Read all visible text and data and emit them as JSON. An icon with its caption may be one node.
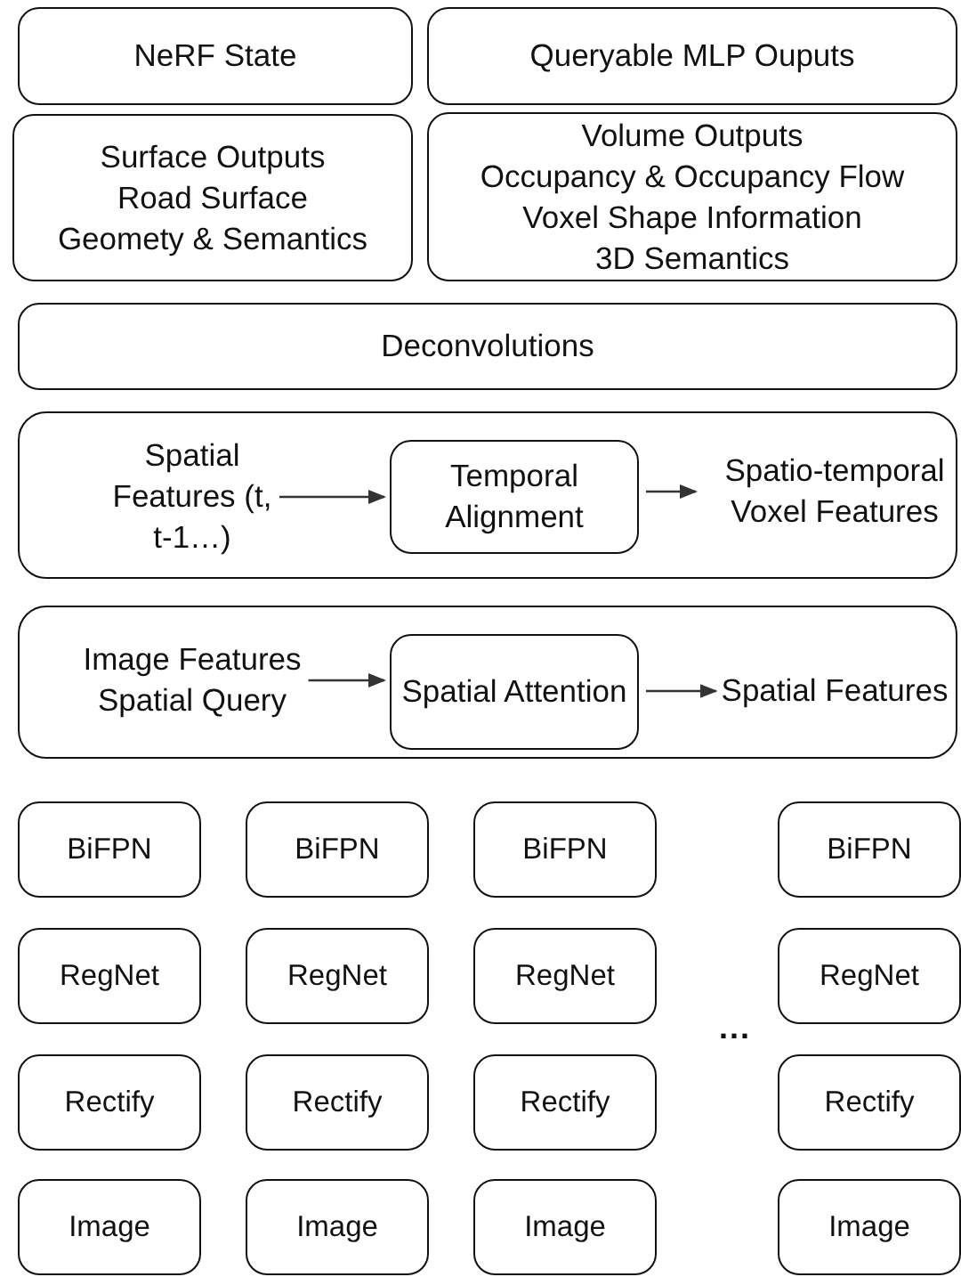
{
  "diagram": {
    "nodes": [
      {
        "text": [
          "NeRF State"
        ]
      },
      {
        "text": [
          "Queryable MLP Ouputs"
        ]
      },
      {
        "text": [
          "Surface Outputs",
          "Road Surface",
          "Geomety & Semantics"
        ]
      },
      {
        "text": [
          "Volume Outputs",
          "Occupancy & Occupancy Flow",
          "Voxel Shape Information",
          "3D Semantics"
        ]
      },
      {
        "text": [
          "Deconvolutions"
        ]
      },
      {
        "text": [],
        "shape": "box"
      },
      {
        "text": [
          "Spatial Features (t, t-1…)"
        ],
        "in": 5
      },
      {
        "text": [
          "Temporal Alignment"
        ],
        "in": 5
      },
      {
        "text": [
          "Spatio-temporal Voxel Features"
        ],
        "in": 5
      },
      {
        "text": [],
        "shape": "box"
      },
      {
        "text": [
          "Image Features",
          "Spatial Query"
        ],
        "in": 9
      },
      {
        "text": [
          "Spatial Attention"
        ],
        "in": 9
      },
      {
        "text": [
          "Spatial Features"
        ],
        "in": 9
      },
      {
        "text": [
          "BiFPN"
        ]
      },
      {
        "text": [
          "BiFPN"
        ]
      },
      {
        "text": [
          "BiFPN"
        ]
      },
      {
        "text": [
          "BiFPN"
        ]
      },
      {
        "text": [
          "RegNet"
        ]
      },
      {
        "text": [
          "RegNet"
        ]
      },
      {
        "text": [
          "RegNet"
        ]
      },
      {
        "text": [
          "RegNet"
        ]
      },
      {
        "text": [
          "Rectify"
        ]
      },
      {
        "text": [
          "Rectify"
        ]
      },
      {
        "text": [
          "Rectify"
        ]
      },
      {
        "text": [
          "Rectify"
        ]
      },
      {
        "text": [
          "Image"
        ]
      },
      {
        "text": [
          "Image"
        ]
      },
      {
        "text": [
          "Image"
        ]
      },
      {
        "text": [
          "Image"
        ]
      }
    ],
    "edges": [
      {
        "from": 6,
        "to": 7,
        "arrow": "to"
      },
      {
        "from": 7,
        "to": 8,
        "arrow": "to"
      },
      {
        "from": 10,
        "to": 11,
        "arrow": "to"
      },
      {
        "from": 11,
        "to": 12,
        "arrow": "to"
      }
    ],
    "labels": [
      "..."
    ]
  }
}
